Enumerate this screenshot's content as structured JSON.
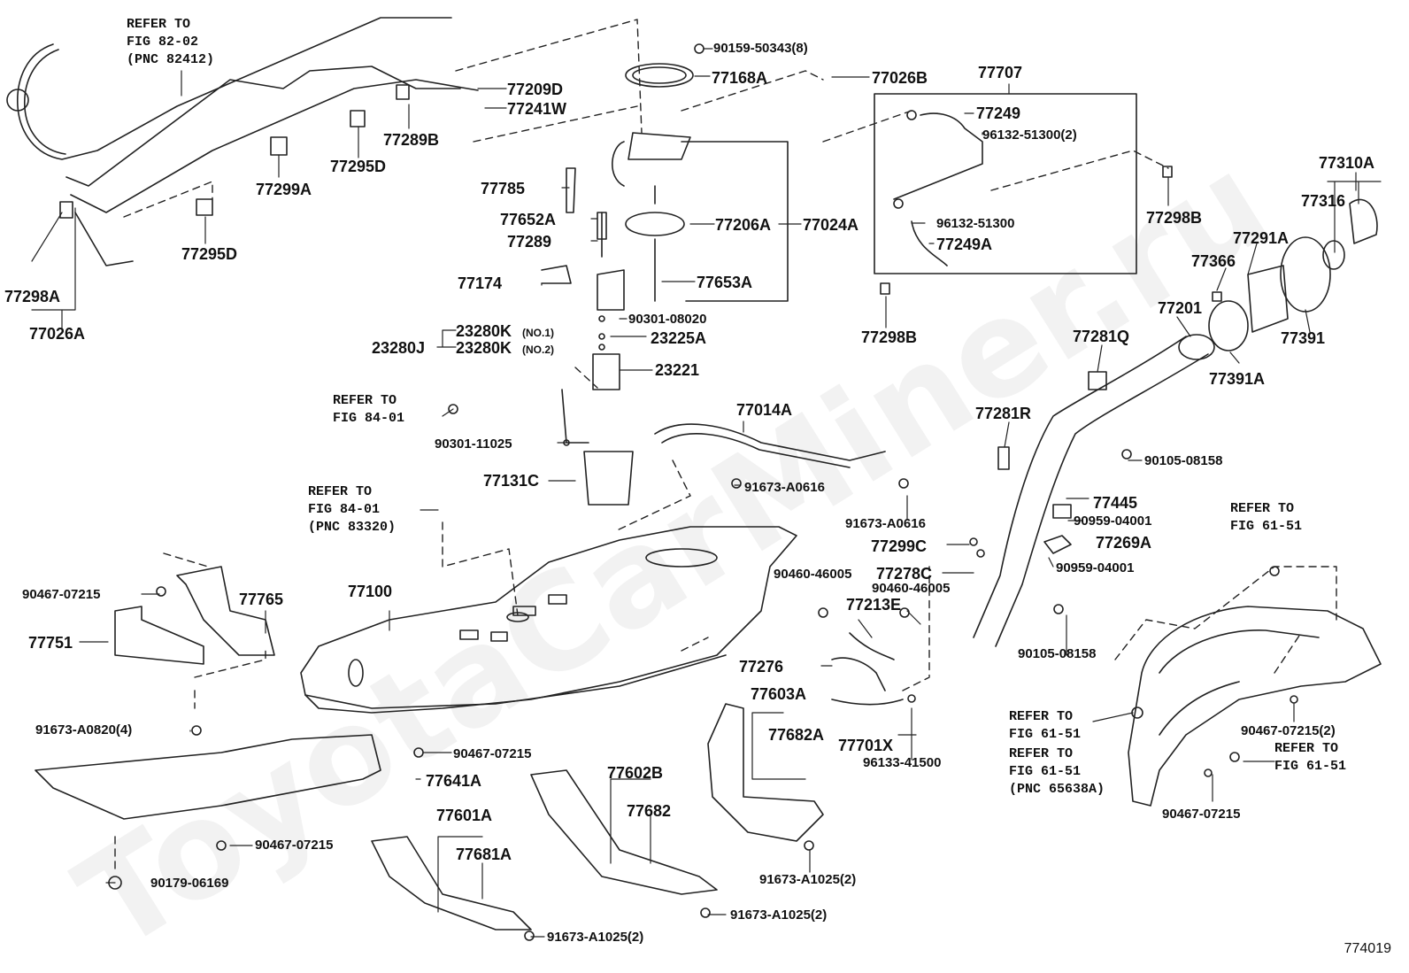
{
  "watermark": "ToyotaCarMiner.ru",
  "figure_number": "774019",
  "refs": {
    "r1": "REFER TO\nFIG 82-02\n(PNC 82412)",
    "r2": "REFER TO\nFIG 84-01",
    "r3": "REFER TO\nFIG 84-01\n(PNC 83320)",
    "r4": "REFER TO\nFIG 61-51",
    "r5": "REFER TO\nFIG 61-51",
    "r6": "REFER TO\nFIG 61-51\n(PNC 65638A)",
    "r7": "REFER TO\nFIG 61-51"
  },
  "parts": {
    "p77209D": "77209D",
    "p77241W": "77241W",
    "p77289B": "77289B",
    "p77295D_a": "77295D",
    "p77299A": "77299A",
    "p77295D_b": "77295D",
    "p77298A": "77298A",
    "p77026A": "77026A",
    "p90159": "90159-50343(8)",
    "p77168A": "77168A",
    "p77026B": "77026B",
    "p77785": "77785",
    "p77652A": "77652A",
    "p77289": "77289",
    "p77206A": "77206A",
    "p77024A": "77024A",
    "p77174": "77174",
    "p77653A": "77653A",
    "p90301_08020": "90301-08020",
    "p23280K1": "23280K",
    "no1": "(NO.1)",
    "p23280J": "23280J",
    "p23280K2": "23280K",
    "no2": "(NO.2)",
    "p23225A": "23225A",
    "p23221": "23221",
    "p90301_11025": "90301-11025",
    "p77131C": "77131C",
    "p77707": "77707",
    "p77249": "77249",
    "p96132_2": "96132-51300(2)",
    "p96132": "96132-51300",
    "p77249A": "77249A",
    "p77298B_a": "77298B",
    "p77298B_b": "77298B",
    "p77310A": "77310A",
    "p77316": "77316",
    "p77291A": "77291A",
    "p77366": "77366",
    "p77201": "77201",
    "p77391": "77391",
    "p77391A": "77391A",
    "p77281Q": "77281Q",
    "p77281R": "77281R",
    "p90105_a": "90105-08158",
    "p77014A": "77014A",
    "p91673_A0616_a": "91673-A0616",
    "p91673_A0616_b": "91673-A0616",
    "p77445": "77445",
    "p90959_a": "90959-04001",
    "p77299C": "77299C",
    "p77269A": "77269A",
    "p90460_a": "90460-46005",
    "p77278C": "77278C",
    "p90959_b": "90959-04001",
    "p90460_b": "90460-46005",
    "p77213E": "77213E",
    "p90105_b": "90105-08158",
    "p90467_a": "90467-07215",
    "p77765": "77765",
    "p77751": "77751",
    "p77100": "77100",
    "p91673_A0820": "91673-A0820(4)",
    "p90467_b": "90467-07215",
    "p77641A": "77641A",
    "p90467_c": "90467-07215",
    "p90179": "90179-06169",
    "p77276": "77276",
    "p77603A": "77603A",
    "p77682A": "77682A",
    "p77701X": "77701X",
    "p96133": "96133-41500",
    "p77602B": "77602B",
    "p77682": "77682",
    "p77601A": "77601A",
    "p77681A": "77681A",
    "p91673_A1025_a": "91673-A1025(2)",
    "p91673_A1025_b": "91673-A1025(2)",
    "p91673_A1025_c": "91673-A1025(2)",
    "p90467_d": "90467-07215(2)",
    "p90467_e": "90467-07215"
  }
}
